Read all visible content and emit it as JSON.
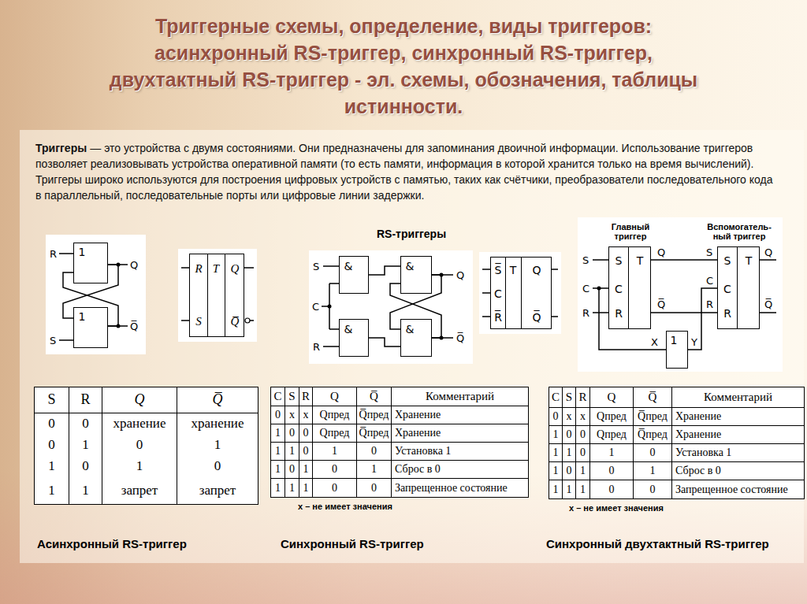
{
  "diagram": {
    "title": "Триггерные схемы, определение, виды триггеров: асинхронный RS-триггер, синхронный RS-триггер, двухтактный RS-триггер - эл. схемы, обозначения, таблицы истинности.",
    "nodes": [
      {
        "text": [
          "1"
        ]
      },
      {
        "text": [
          "1"
        ]
      },
      {
        "text": [
          "R",
          "T",
          "Q",
          "S",
          "Q̅"
        ]
      },
      {
        "text": [
          "&"
        ]
      },
      {
        "text": [
          "&"
        ]
      },
      {
        "text": [
          "&"
        ]
      },
      {
        "text": [
          "&"
        ]
      },
      {
        "text": [
          "S̅",
          "T",
          "Q",
          "C",
          "R̅",
          "Q̅"
        ]
      },
      {
        "text": [
          "Главный триггер",
          "S",
          "T",
          "C",
          "R"
        ]
      },
      {
        "text": [
          "Вспомогатель- ный триггер",
          "S",
          "T",
          "C",
          "R"
        ]
      },
      {
        "text": [
          "1"
        ]
      }
    ],
    "edges": [
      {
        "from": 0,
        "to": 1,
        "arrow": "none"
      },
      {
        "from": 1,
        "to": 0,
        "arrow": "none"
      },
      {
        "from": 3,
        "to": 4,
        "arrow": "none"
      },
      {
        "from": 5,
        "to": 6,
        "arrow": "none"
      },
      {
        "from": 4,
        "to": 6,
        "arrow": "none"
      },
      {
        "from": 6,
        "to": 4,
        "arrow": "none"
      },
      {
        "from": 8,
        "to": 9,
        "arrow": "none"
      },
      {
        "from": 8,
        "to": 9,
        "arrow": "none"
      },
      {
        "from": 10,
        "to": 9,
        "arrow": "none"
      }
    ],
    "labels": [
      "Триггеры",
      "— это устройства с двумя состояниями. Они предназначены для запоминания двоичной информации. Использование триггеров позволяет реализовывать устройства оперативной памяти (то есть памяти, информация в которой хранится только на время вычислений). Триггеры широко используются для построения цифровых устройств с памятью, таких как счётчики, преобразователи последовательного кода в параллельный, последовательные порты или цифровые линии задержки.",
      "RS-триггеры",
      "R",
      "Q",
      "S",
      "Q̅",
      "S",
      "C",
      "R",
      "Q",
      "Q̅",
      "S",
      "C",
      "R",
      "Q",
      "Q̅",
      "S",
      "C",
      "R",
      "Q",
      "Q̅",
      "X",
      "Y",
      "S",
      "R",
      "Q",
      "Q̅",
      "0",
      "0",
      "хранение",
      "хранение",
      "0",
      "1",
      "0",
      "1",
      "1",
      "0",
      "1",
      "0",
      "1",
      "1",
      "запрет",
      "запрет",
      "C",
      "S",
      "R",
      "Q",
      "Q̅",
      "Комментарий",
      "0",
      "x",
      "x",
      "Qпред",
      "Q̅пред",
      "Хранение",
      "1",
      "0",
      "0",
      "Qпред",
      "Q̅пред",
      "Хранение",
      "1",
      "1",
      "0",
      "1",
      "0",
      "Установка 1",
      "1",
      "0",
      "1",
      "0",
      "1",
      "Сброс в 0",
      "1",
      "1",
      "1",
      "0",
      "0",
      "Запрещенное состояние",
      "x – не имеет значения",
      "C",
      "S",
      "R",
      "Q",
      "Q̅",
      "Комментарий",
      "0",
      "x",
      "x",
      "Qпред",
      "Q̅пред",
      "Хранение",
      "1",
      "0",
      "0",
      "Qпред",
      "Q̅пред",
      "Хранение",
      "1",
      "1",
      "0",
      "1",
      "0",
      "Установка 1",
      "1",
      "0",
      "1",
      "0",
      "1",
      "Сброс в 0",
      "1",
      "1",
      "1",
      "0",
      "0",
      "Запрещенное состояние",
      "x – не имеет значения",
      "Асинхронный RS-триггер",
      "Синхронный RS-триггер",
      "Синхронный двухтактный RS-триггер"
    ]
  }
}
